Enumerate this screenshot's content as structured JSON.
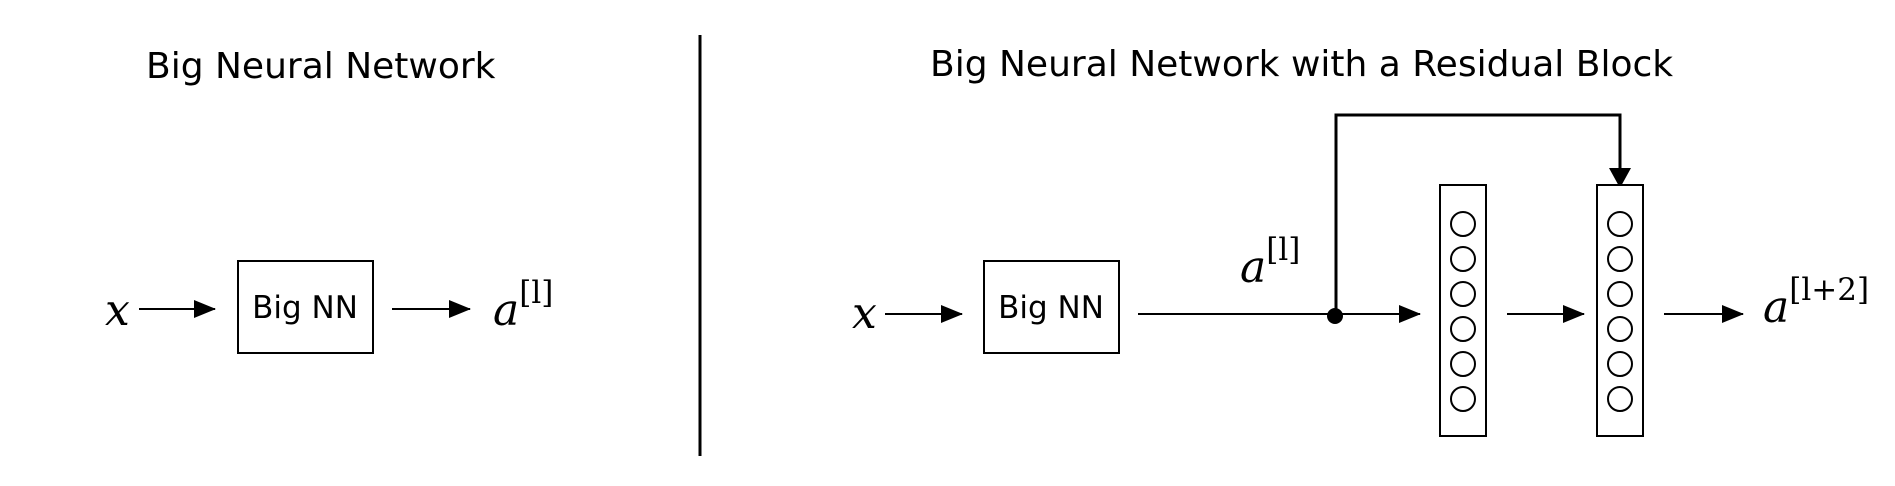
{
  "left_panel": {
    "title": "Big Neural Network",
    "input_label": "x",
    "box_label": "Big NN",
    "output_base": "a",
    "output_superscript": "[l]"
  },
  "right_panel": {
    "title": "Big Neural Network with a Residual Block",
    "input_label": "x",
    "box_label": "Big NN",
    "skip_base": "a",
    "skip_superscript": "[l]",
    "output_base": "a",
    "output_superscript": "[l+2]",
    "layers": [
      {
        "neurons": 6
      },
      {
        "neurons": 6
      }
    ]
  }
}
